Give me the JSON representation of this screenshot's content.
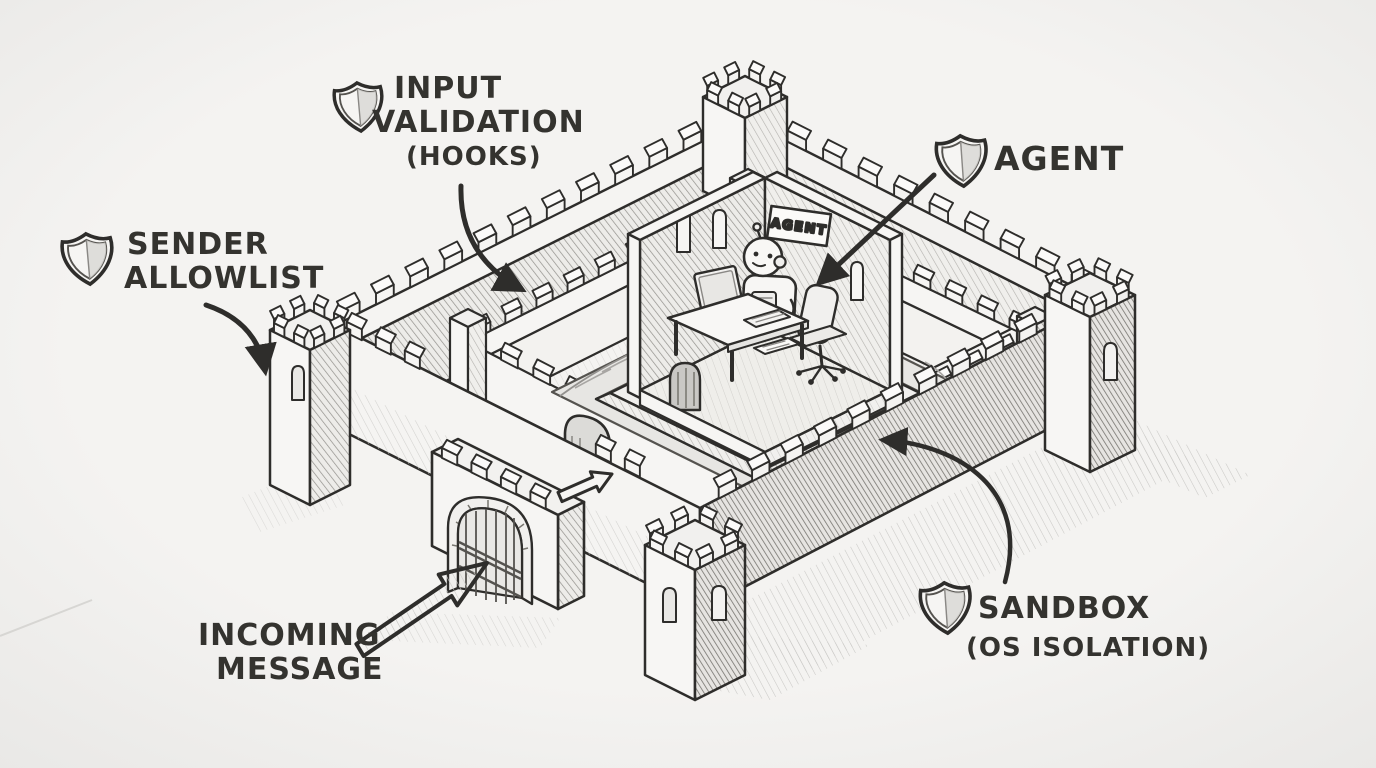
{
  "scene": {
    "type": "hand-drawn isometric castle diagram of layered agent security",
    "paper_color": "#f2f1ef",
    "ink_color": "#2e2d2b",
    "shade_color": "#8f8d8a",
    "moat_color": "#e7e6e3"
  },
  "labels": {
    "sender_allowlist": {
      "line1": "SENDER",
      "line2": "ALLOWLIST",
      "icon": "shield-icon"
    },
    "input_validation": {
      "line1": "INPUT",
      "line2": "VALIDATION",
      "line3": "(HOOKS)",
      "icon": "shield-icon"
    },
    "agent": {
      "text": "AGENT",
      "icon": "shield-icon"
    },
    "sandbox": {
      "line1": "SANDBOX",
      "line2": "(OS ISOLATION)",
      "icon": "shield-icon"
    },
    "incoming_message": {
      "line1": "INCOMING",
      "line2": "MESSAGE",
      "icon": "block-arrow-icon"
    }
  },
  "keep": {
    "sign_text": "AGENT"
  }
}
